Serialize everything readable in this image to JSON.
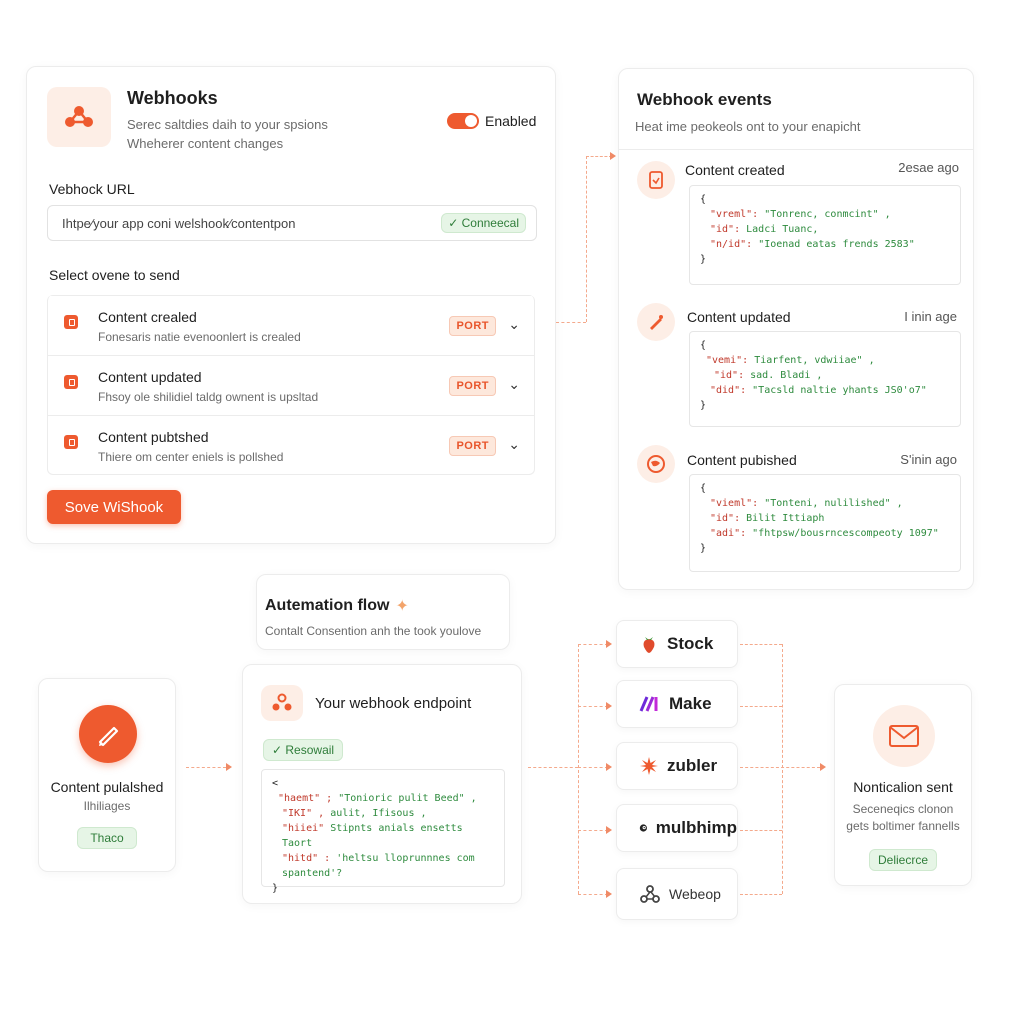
{
  "webhooks": {
    "title": "Webhooks",
    "description_line1": "Serec saltdies daih to your spsions",
    "description_line2": "Wheherer content changes",
    "toggle_label": "Enabled",
    "url_label": "Vebhock URL",
    "url_value": "Ihtpe∕your app coni welshook∕contentpon",
    "url_status": "✓ Conneecal",
    "events_label": "Select ovene to send",
    "events": [
      {
        "title": "Content crealed",
        "description": "Fonesaris natie evenoonlert is crealed",
        "badge": "PORT"
      },
      {
        "title": "Content updated",
        "description": "Fhsoy ole shilidiel taldg ownent is upsltad",
        "badge": "PORT"
      },
      {
        "title": "Content pubtshed",
        "description": "Thiere om center eniels is pollshed",
        "badge": "PORT"
      }
    ],
    "save_button": "Sove WiShook"
  },
  "webhook_events": {
    "title": "Webhook events",
    "subtitle": "Heat ime peokeols ont to your enapicht",
    "items": [
      {
        "title": "Content created",
        "time": "2esae ago",
        "code": [
          {
            "k": "",
            "v": "{"
          },
          {
            "k": "\"vreml\":",
            "v": "\"Tonrenc, conmcint\" ,"
          },
          {
            "k": "\"id\":",
            "v": "Ladci Tuanc,"
          },
          {
            "k": "\"n/id\":",
            "v": "\"Ioenad eatas frends 2583\""
          },
          {
            "k": "",
            "v": "}"
          }
        ]
      },
      {
        "title": "Content updated",
        "time": "I inin age",
        "code": [
          {
            "k": "",
            "v": "{"
          },
          {
            "k": "\"vemi\":",
            "v": "Tiarfent, vdwiiae\" ,"
          },
          {
            "k": "\"id\":",
            "v": "sad. Bladi ,"
          },
          {
            "k": "\"did\":",
            "v": "\"Tacsld naltie yhants JS0'o7\""
          },
          {
            "k": "",
            "v": "}"
          }
        ]
      },
      {
        "title": "Content pubished",
        "time": "S'inin ago",
        "code": [
          {
            "k": "",
            "v": "{"
          },
          {
            "k": "\"vieml\":",
            "v": "\"Tonteni, nulilished\" ,"
          },
          {
            "k": "\"id\":",
            "v": "Bilit Ittiaph"
          },
          {
            "k": "\"adi\":",
            "v": "\"fhtpsw∕bousrncescompeoty 1097\""
          },
          {
            "k": "",
            "v": "}"
          }
        ]
      }
    ]
  },
  "automation": {
    "title": "Autemation flow",
    "subtitle": "Contalt Consention anh the took youlove"
  },
  "source": {
    "title": "Content pulalshed",
    "subtitle": "Ilhiliages",
    "pill": "Thaco"
  },
  "endpoint": {
    "title": "Your webhook endpoint",
    "status": "✓ Resowail",
    "code": [
      {
        "k": "",
        "v": "<"
      },
      {
        "k": "\"haemt\" ;",
        "v": "\"Tonioric pulit Beed\" ,"
      },
      {
        "k": "\"IKI\" ,",
        "v": "aulit, Ifisous ,"
      },
      {
        "k": "\"hiiei\"",
        "v": "Stipnts anials ensetts Taort"
      },
      {
        "k": "\"hitd\" :",
        "v": "'heltsu lloprunnnes com spantend'?"
      },
      {
        "k": "",
        "v": "}"
      }
    ]
  },
  "services": [
    {
      "name": "Stock",
      "icon": "strawberry-icon"
    },
    {
      "name": "Make",
      "icon": "make-logo-icon"
    },
    {
      "name": "zubler",
      "icon": "zapier-logo-icon"
    },
    {
      "name": "mulbhimp",
      "icon": "mailchimp-logo-icon"
    },
    {
      "name": "Webeop",
      "icon": "webhook-logo-icon"
    }
  ],
  "notification": {
    "title": "Nonticalion sent",
    "line1": "Seceneqics clonon",
    "line2": "gets boltimer fannells",
    "pill": "Deliecrce"
  },
  "colors": {
    "accent": "#ee5a2f",
    "accent_soft": "#fdeee6",
    "success": "#2f7d3a",
    "success_soft": "#e6f5e6"
  }
}
